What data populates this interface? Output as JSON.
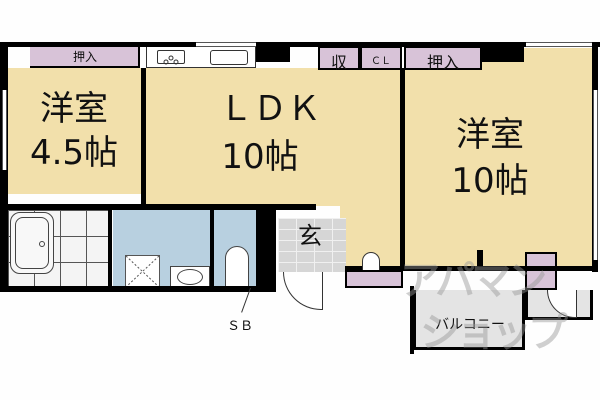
{
  "floorplan": {
    "rooms": {
      "western_small": {
        "name": "洋室",
        "size": "4.5帖"
      },
      "ldk": {
        "name": "ＬＤＫ",
        "size": "10帖"
      },
      "western_large": {
        "name": "洋室",
        "size": "10帖"
      },
      "entrance": {
        "name": "玄"
      },
      "balcony": {
        "name": "バルコニー"
      }
    },
    "storage": {
      "oshiire_left": "押入",
      "shu": "収",
      "cl": "ＣＬ",
      "oshiire_right": "押入"
    },
    "labels": {
      "shoe_box": "ＳＢ"
    },
    "colors": {
      "room_fill": "#f2e0ab",
      "closet_fill": "#d8c3d8",
      "wet_area_fill": "#b8d0e0",
      "balcony_fill": "#e4e4e4",
      "wall": "#000000"
    }
  },
  "watermark": {
    "line1": "アパマン",
    "line2": "ショップ"
  }
}
